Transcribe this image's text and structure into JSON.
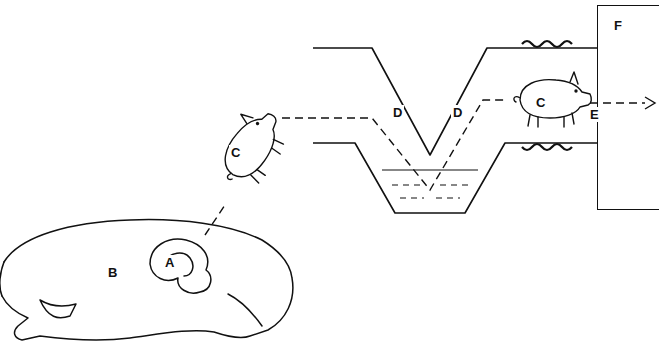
{
  "diagram": {
    "nodes": [
      {
        "text": [
          "F"
        ]
      }
    ],
    "labels": [
      "A",
      "B",
      "C",
      "D",
      "D",
      "C",
      "E"
    ]
  }
}
